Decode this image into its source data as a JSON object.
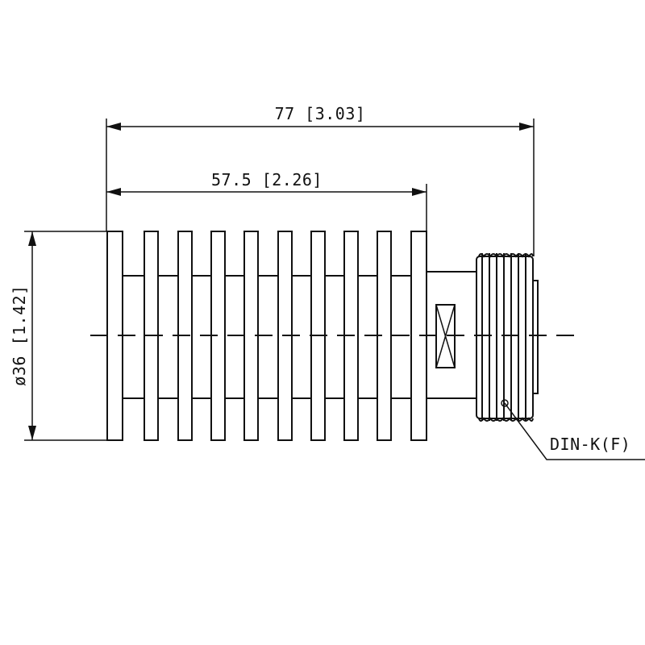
{
  "dimensions": {
    "overall_length": "77 [3.03]",
    "heatsink_length": "57.5 [2.26]",
    "diameter": "ø36 [1.42]"
  },
  "callouts": {
    "connector": "DIN-K(F)"
  },
  "colors": {
    "line": "#111111",
    "background": "#ffffff"
  }
}
